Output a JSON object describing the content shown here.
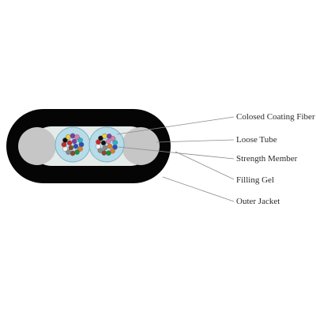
{
  "diagram": {
    "labels": [
      "Colosed Coating Fiber",
      "Loose Tube",
      "Strength Member",
      "Filling Gel",
      "Outer Jacket"
    ],
    "colors": {
      "jacket": "#050505",
      "gel": "#e4ebe9",
      "strength_member": "#c6c6c6",
      "tube": "#b8dbe8",
      "leader_line": "#8a8a8a",
      "fibers": [
        "#2a4fb8",
        "#e07c2a",
        "#1f8f3a",
        "#8b4a2b",
        "#8a8a8a",
        "#f2f2f2",
        "#d32626",
        "#111111",
        "#e8d23a",
        "#7a3ea8",
        "#e07ab0",
        "#2bb3c8"
      ]
    }
  }
}
